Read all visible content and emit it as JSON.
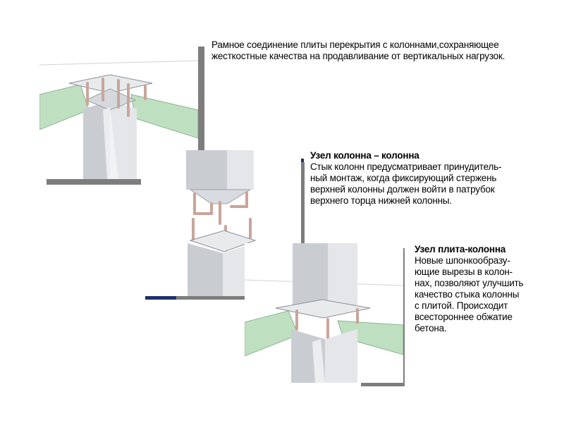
{
  "block1": {
    "lines": [
      "Рамное соединение плиты перекрытия с колоннами,сохраняющее",
      "жесткостные качества на продавливание от вертикальных нагрузок."
    ]
  },
  "block2": {
    "title": "Узел колонна – колонна",
    "lines": [
      "Стык колонн предусматривает принудитель-",
      "ный монтаж, когда фиксирующий стержень",
      "верхней колонны должен войти в патрубок",
      "верхнего торца нижней колонны."
    ]
  },
  "block3": {
    "title": "Узел плита-колонна",
    "lines": [
      "Новые шпонкообразу-",
      "ющие вырезы в колон-",
      "нах, позволяют улучшить",
      "качество стыка колонны",
      "с плитой. Происходит",
      "всестороннее обжатие",
      "бетона."
    ]
  },
  "colors": {
    "slab_green": "#bfe0c0",
    "column_gray": "#d9dcdf",
    "rebar": "#c9a59a",
    "shadow": "#7d7d7d",
    "accent_blue": "#1f2f6e"
  }
}
